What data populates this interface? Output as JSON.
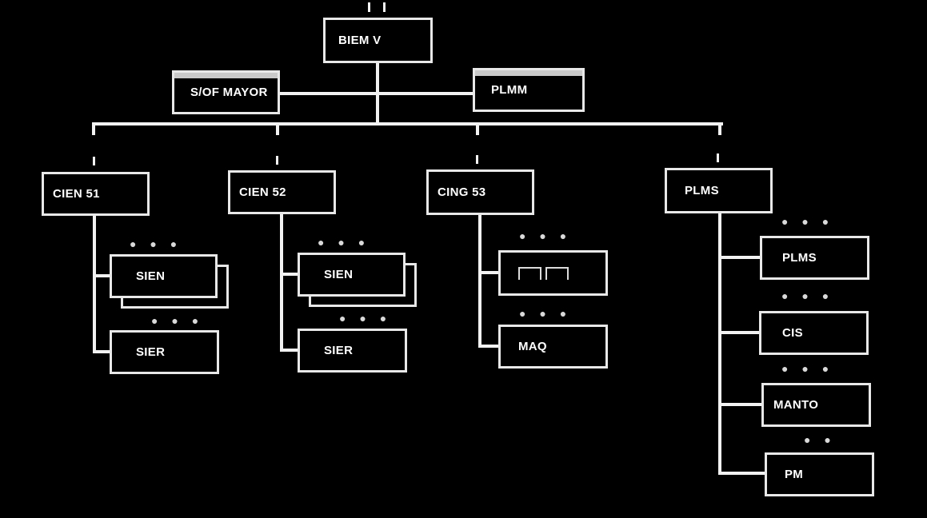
{
  "palette": {
    "background": "#000000",
    "box_border": "#e8e8e8",
    "line": "#f2f2f2",
    "text": "#ffffff",
    "header_strip": "#c9c9c9",
    "dots": "#d9d9d9"
  },
  "chart": {
    "root": {
      "label": "BIEM V"
    },
    "staff_left": {
      "label": "S/OF MAYOR"
    },
    "staff_right": {
      "label": "PLMM"
    },
    "divisions": [
      {
        "label": "CIEN 51",
        "children": [
          {
            "label": "SIEN",
            "stacked": true,
            "dots": "● ● ●"
          },
          {
            "label": "SIER",
            "dots": "● ● ●"
          }
        ]
      },
      {
        "label": "CIEN 52",
        "children": [
          {
            "label": "SIEN",
            "stacked": true,
            "dots": "● ● ●"
          },
          {
            "label": "SIER",
            "dots": "● ● ●"
          }
        ]
      },
      {
        "label": "CING 53",
        "children": [
          {
            "label": "",
            "icon": "pi-bracket-icon",
            "dots": "● ● ●"
          },
          {
            "label": "MAQ",
            "dots": "● ● ●"
          }
        ]
      },
      {
        "label": "PLMS",
        "children": [
          {
            "label": "PLMS",
            "dots": "● ● ●"
          },
          {
            "label": "CIS",
            "dots": "● ● ●"
          },
          {
            "label": "MANTO",
            "dots": "● ● ●"
          },
          {
            "label": "PM",
            "dots": "● ●"
          }
        ]
      }
    ]
  }
}
